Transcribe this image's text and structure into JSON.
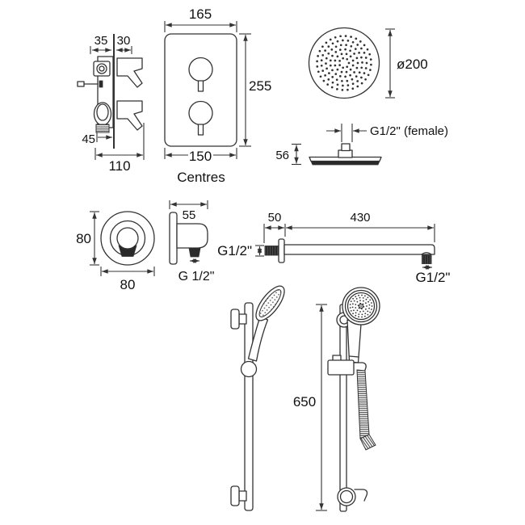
{
  "title": "Shower system installation dimensions drawing",
  "colors": {
    "line_color": "#333333",
    "text_color": "#111111",
    "dark_fill": "#2a2a2a",
    "background": "#ffffff"
  },
  "valve_side": {
    "d35": "35",
    "d30": "30",
    "d45": "45",
    "d110": "110"
  },
  "valve_front": {
    "d165": "165",
    "d255": "255",
    "d150": "150",
    "centres": "Centres"
  },
  "shower_head": {
    "dia": "ø200",
    "d56": "56",
    "conn": "G1/2\" (female)"
  },
  "wall_outlet": {
    "d80v": "80",
    "d80h": "80",
    "d55": "55",
    "conn": "G 1/2\""
  },
  "shower_arm": {
    "d50": "50",
    "d430": "430",
    "conn_wall": "G1/2\"",
    "conn_end": "G1/2\""
  },
  "slide_rail": {
    "d650": "650"
  }
}
